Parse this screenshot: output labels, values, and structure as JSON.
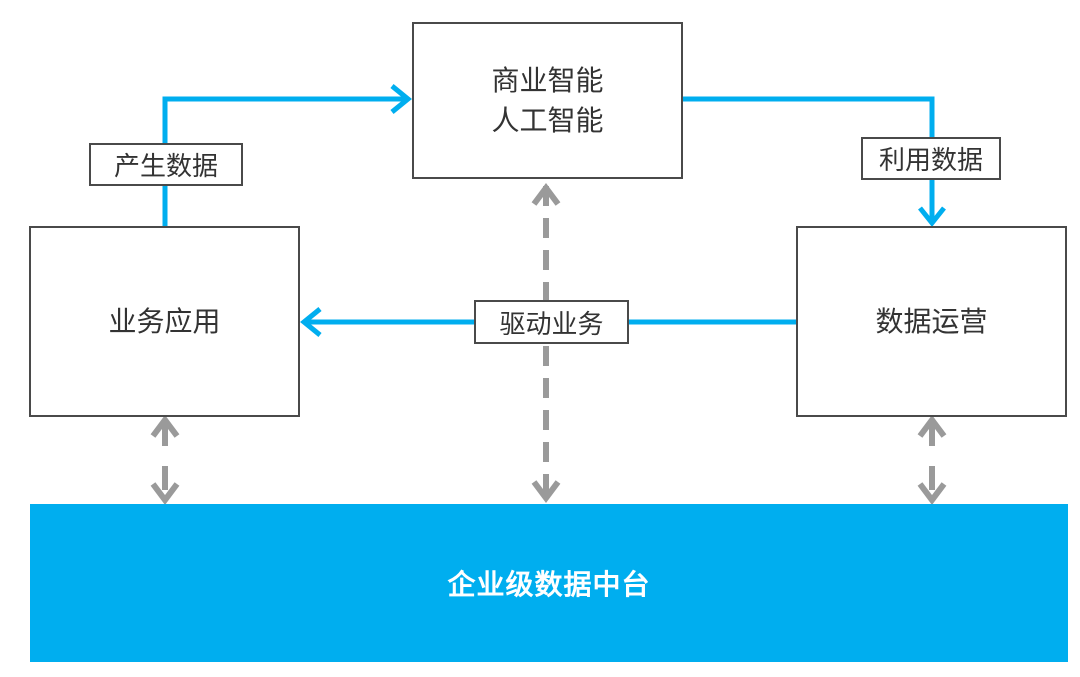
{
  "nodes": {
    "bi": {
      "line1": "商业智能",
      "line2": "人工智能"
    },
    "business": {
      "label": "业务应用"
    },
    "operations": {
      "label": "数据运营"
    },
    "platform": {
      "label": "企业级数据中台"
    }
  },
  "edge_labels": {
    "produce": "产生数据",
    "use": "利用数据",
    "drive": "驱动业务"
  },
  "colors": {
    "accent": "#00aeef",
    "gray_arrow": "#9a9a9a",
    "border": "#4a4a4a",
    "text": "#333333"
  }
}
